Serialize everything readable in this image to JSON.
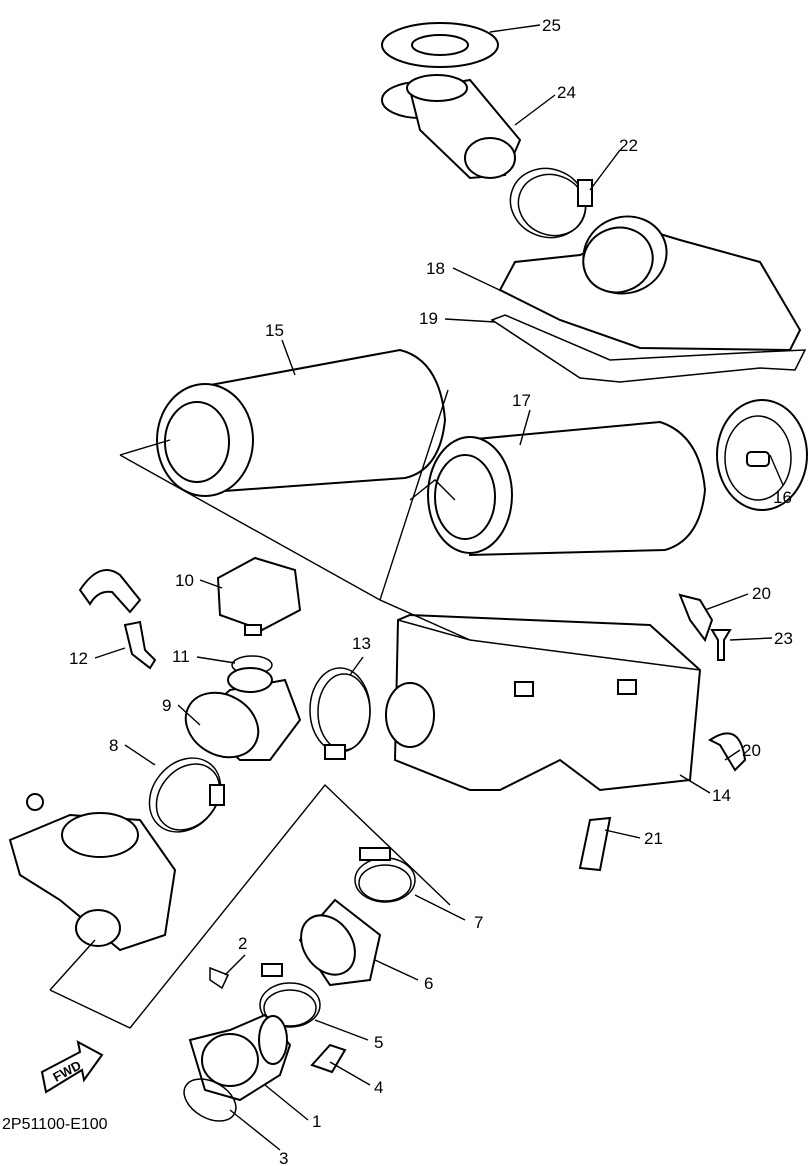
{
  "diagram": {
    "type": "exploded parts diagram",
    "drawing_code": "2P51100-E100",
    "direction_marker": "FWD",
    "callouts": [
      "25",
      "24",
      "22",
      "18",
      "19",
      "15",
      "17",
      "16",
      "10",
      "20",
      "23",
      "12",
      "11",
      "13",
      "9",
      "20",
      "14",
      "8",
      "21",
      "7",
      "2",
      "6",
      "5",
      "4",
      "1",
      "3"
    ]
  }
}
